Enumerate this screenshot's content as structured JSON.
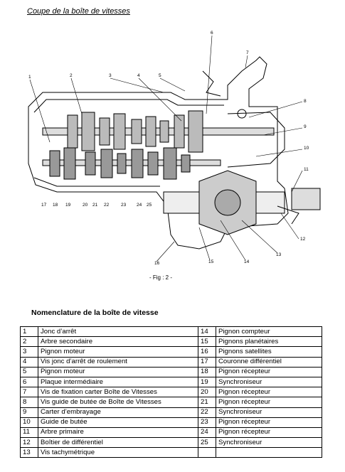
{
  "title": "Coupe de la boîte de vitesses",
  "figure_caption": "- Fig : 2 -",
  "nomenclature_title": "Nomenclature de la boîte de vitesse",
  "callouts": [
    "1",
    "2",
    "3",
    "4",
    "5",
    "6",
    "7",
    "8",
    "9",
    "10",
    "11",
    "12",
    "13",
    "14",
    "15",
    "16",
    "17",
    "18",
    "19",
    "20",
    "21",
    "22",
    "23",
    "24",
    "25"
  ],
  "nomenclature": [
    {
      "n1": "1",
      "l1": "Jonc d’arrêt",
      "n2": "14",
      "l2": "Pignon compteur"
    },
    {
      "n1": "2",
      "l1": "Arbre secondaire",
      "n2": "15",
      "l2": "Pignons planétaires"
    },
    {
      "n1": "3",
      "l1": "Pignon moteur",
      "n2": "16",
      "l2": "Pignons satellites"
    },
    {
      "n1": "4",
      "l1": "Vis jonc d’arrêt de roulement",
      "n2": "17",
      "l2": "Couronne différentiel"
    },
    {
      "n1": "5",
      "l1": "Pignon moteur",
      "n2": "18",
      "l2": "Pignon récepteur"
    },
    {
      "n1": "6",
      "l1": "Plaque intermédiaire",
      "n2": "19",
      "l2": "Synchroniseur"
    },
    {
      "n1": "7",
      "l1": "Vis de fixation carter Boîte de Vitesses",
      "n2": "20",
      "l2": "Pignon récepteur"
    },
    {
      "n1": "8",
      "l1": "Vis guide de butée de Boîte de Vitesses",
      "n2": "21",
      "l2": "Pignon récepteur"
    },
    {
      "n1": "9",
      "l1": "Carter d’embrayage",
      "n2": "22",
      "l2": "Synchroniseur"
    },
    {
      "n1": "10",
      "l1": "Guide de butée",
      "n2": "23",
      "l2": "Pignon récepteur"
    },
    {
      "n1": "11",
      "l1": "Arbre primaire",
      "n2": "24",
      "l2": "Pignon récepteur"
    },
    {
      "n1": "12",
      "l1": "Boîtier de différentiel",
      "n2": "25",
      "l2": "Synchroniseur"
    },
    {
      "n1": "13",
      "l1": "Vis tachymétrique",
      "n2": "",
      "l2": ""
    }
  ]
}
